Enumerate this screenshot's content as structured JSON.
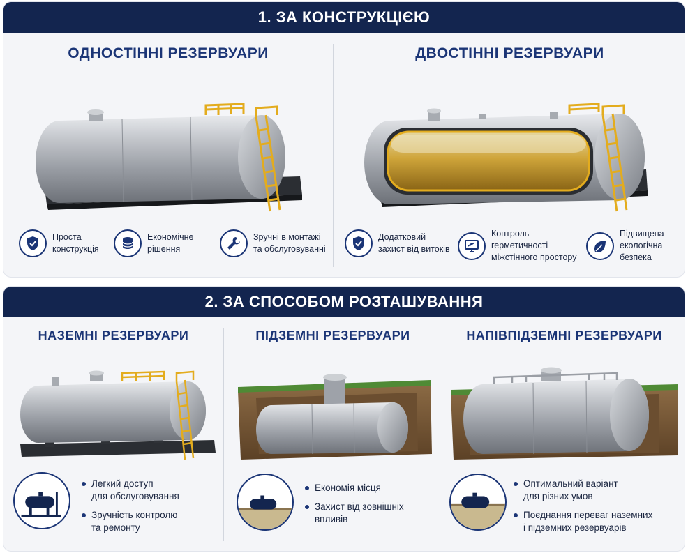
{
  "colors": {
    "navy": "#13254f",
    "title_blue": "#1b3576",
    "ladder_yellow": "#e3ac1e",
    "steel": "#b4b8be",
    "fuel_amber": "#c9992a",
    "soil": "#7a5a38",
    "grass": "#4f8a35"
  },
  "section1": {
    "header": "1. ЗА КОНСТРУКЦІЄЮ",
    "single": {
      "title": "ОДНОСТІННІ РЕЗЕРВУАРИ",
      "features": [
        {
          "icon": "shield-check-icon",
          "lines": [
            "Проста",
            "конструкція"
          ]
        },
        {
          "icon": "coins-icon",
          "lines": [
            "Економічне",
            "рішення"
          ]
        },
        {
          "icon": "wrench-icon",
          "lines": [
            "Зручні в монтажі",
            "та обслуговуванні"
          ]
        }
      ]
    },
    "double": {
      "title": "ДВОСТІННІ РЕЗЕРВУАРИ",
      "features": [
        {
          "icon": "shield-check-icon",
          "lines": [
            "Додатковий",
            "захист від витоків"
          ]
        },
        {
          "icon": "monitor-icon",
          "lines": [
            "Контроль",
            "герметичності",
            "міжстінного простору"
          ]
        },
        {
          "icon": "leaf-icon",
          "lines": [
            "Підвищена",
            "екологічна",
            "безпека"
          ]
        }
      ]
    }
  },
  "section2": {
    "header": "2. ЗА СПОСОБОМ РОЗТАШУВАННЯ",
    "above": {
      "title": "НАЗЕМНІ РЕЗЕРВУАРИ",
      "bullets": [
        [
          "Легкий доступ",
          "для обслуговування"
        ],
        [
          "Зручність контролю",
          "та ремонту"
        ]
      ]
    },
    "under": {
      "title": "ПІДЗЕМНІ РЕЗЕРВУАРИ",
      "bullets": [
        [
          "Економія місця"
        ],
        [
          "Захист від зовнішніх",
          "впливів"
        ]
      ]
    },
    "semi": {
      "title": "НАПІВПІДЗЕМНІ РЕЗЕРВУАРИ",
      "bullets": [
        [
          "Оптимальний варіант",
          "для різних умов"
        ],
        [
          "Поєднання переваг наземних",
          "і підземних резервуарів"
        ]
      ]
    }
  }
}
